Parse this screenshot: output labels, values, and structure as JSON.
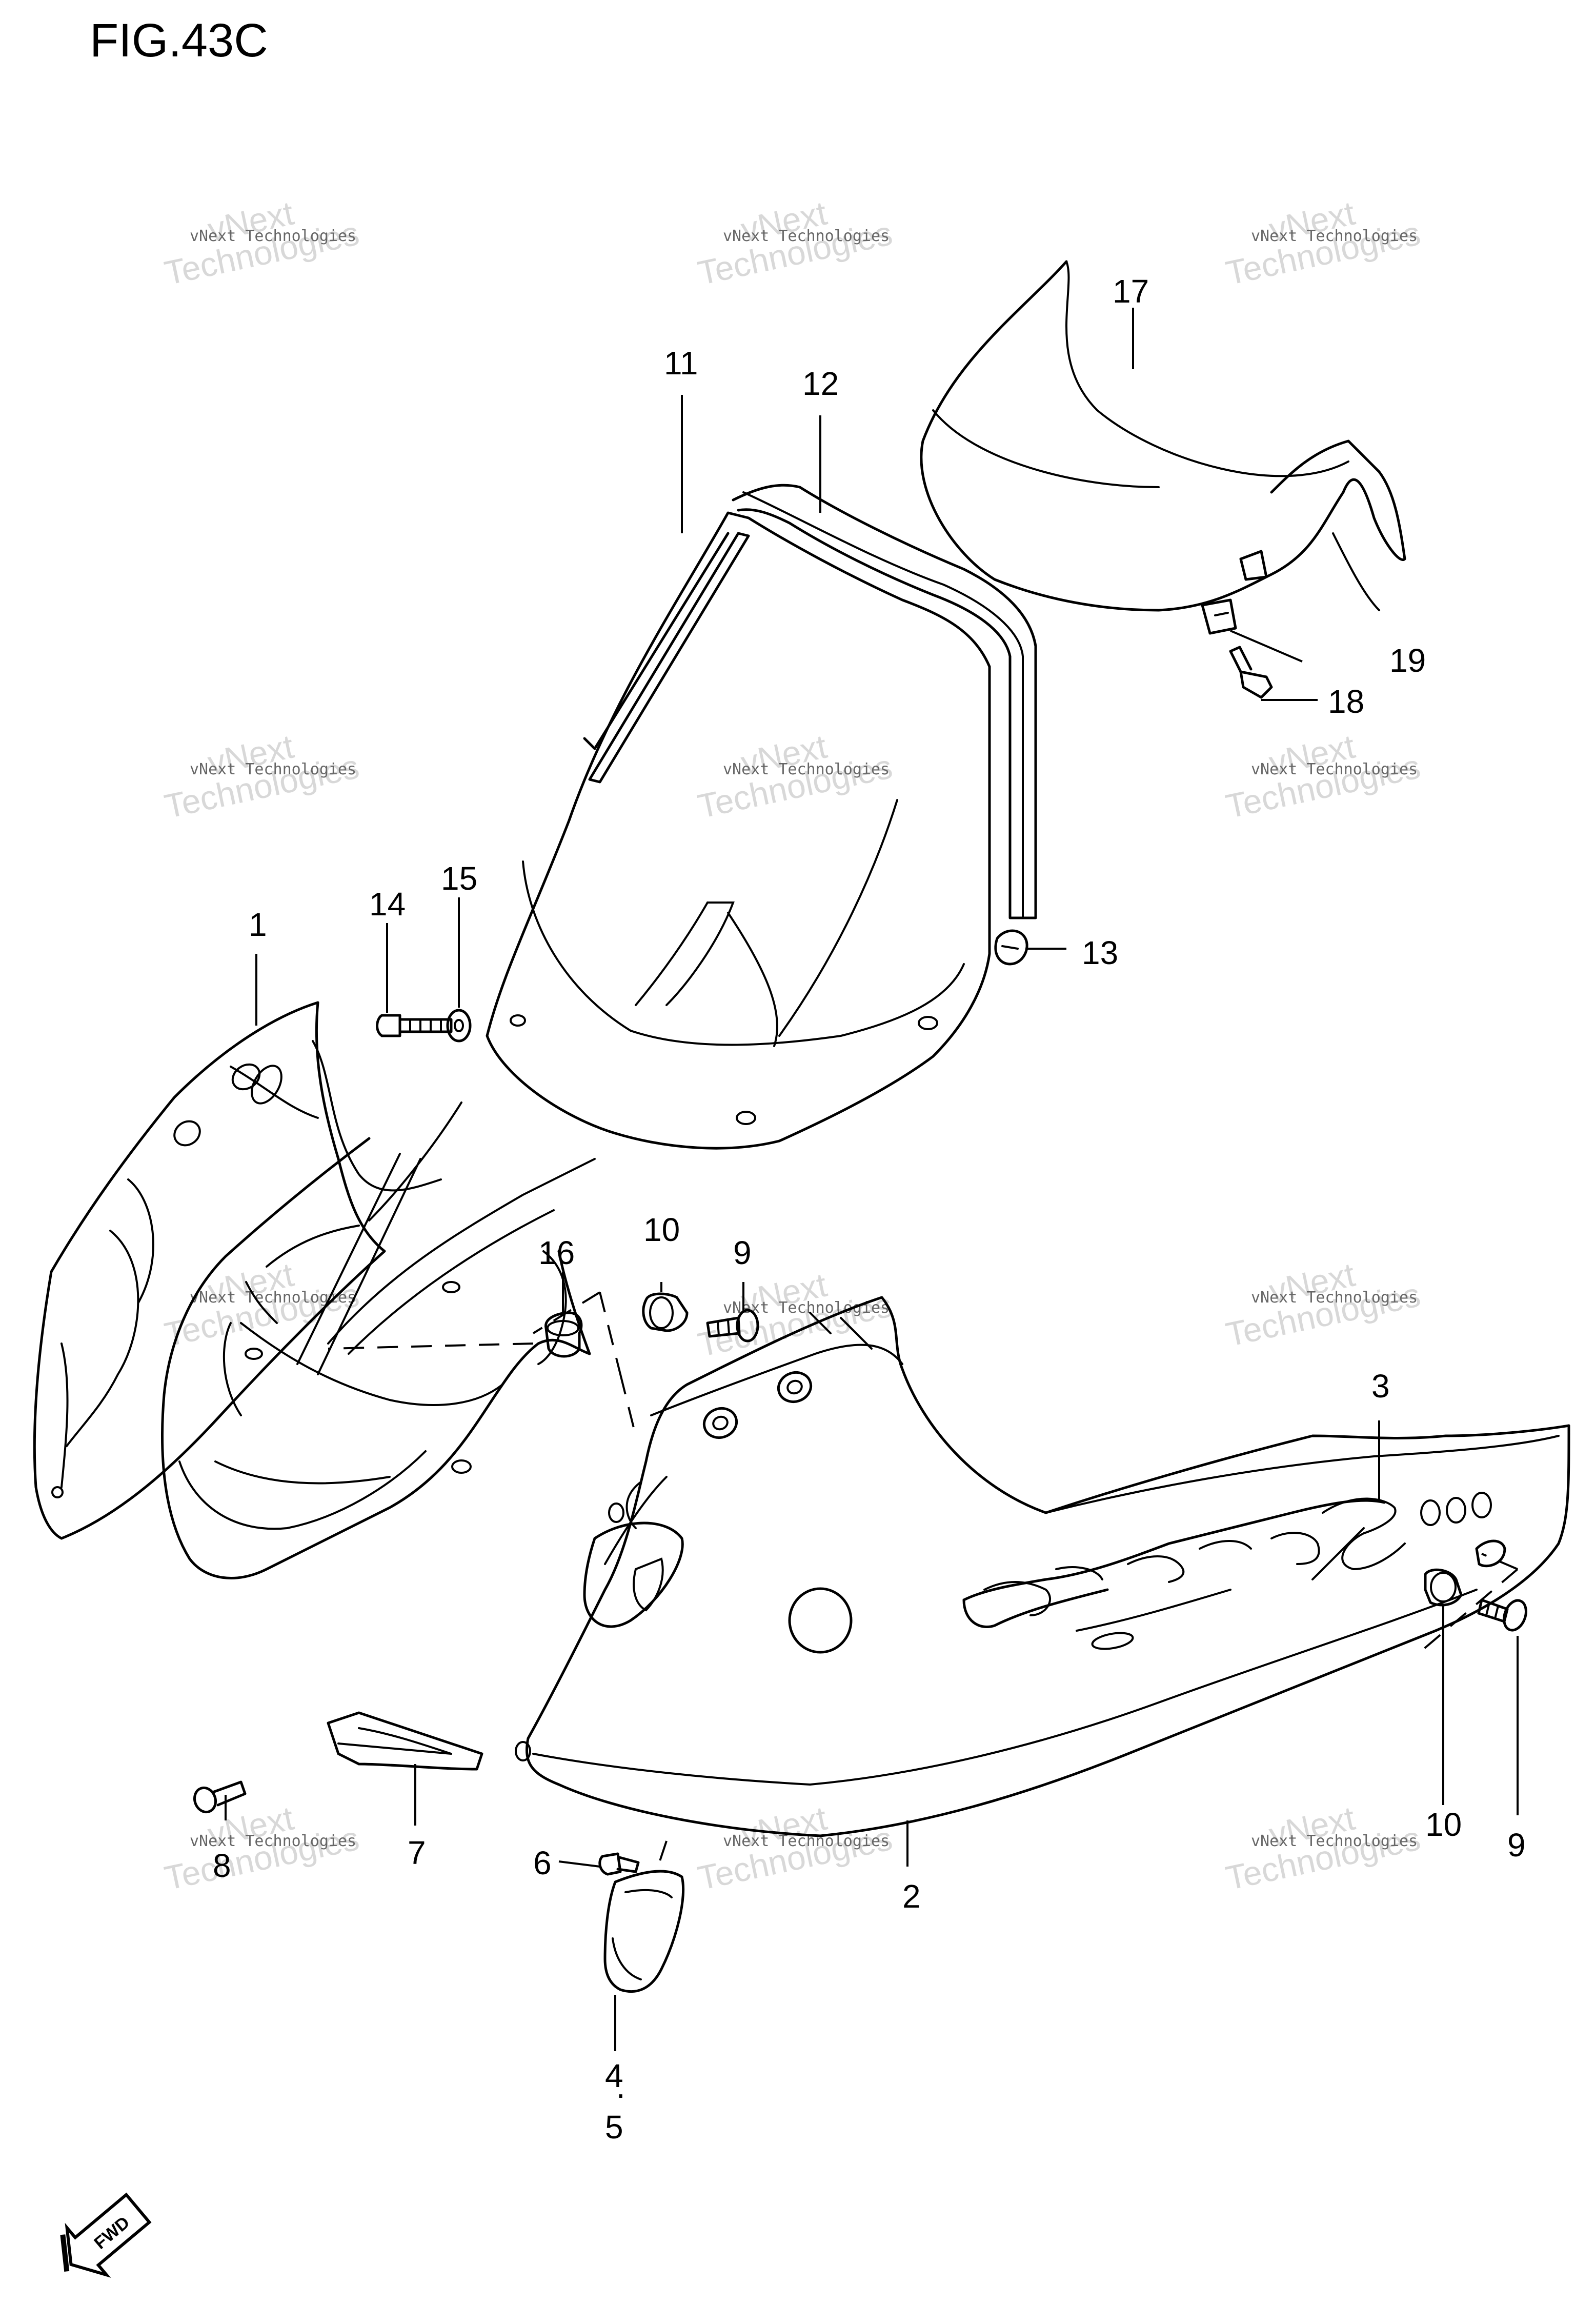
{
  "figure": {
    "title": "FIG.43C"
  },
  "watermark": {
    "line1": "vNext Technologies",
    "line2": "Technologies",
    "line3": "vNext"
  },
  "direction_badge": {
    "label": "FWD"
  },
  "callouts": {
    "c1": "1",
    "c2": "2",
    "c3": "3",
    "c4": "4",
    "c5": "5",
    "c6": "6",
    "c7": "7",
    "c8": "8",
    "c9a": "9",
    "c9b": "9",
    "c10a": "10",
    "c10b": "10",
    "c11": "11",
    "c12": "12",
    "c13": "13",
    "c14": "14",
    "c15": "15",
    "c16": "16",
    "c17": "17",
    "c18": "18",
    "c19": "19"
  }
}
